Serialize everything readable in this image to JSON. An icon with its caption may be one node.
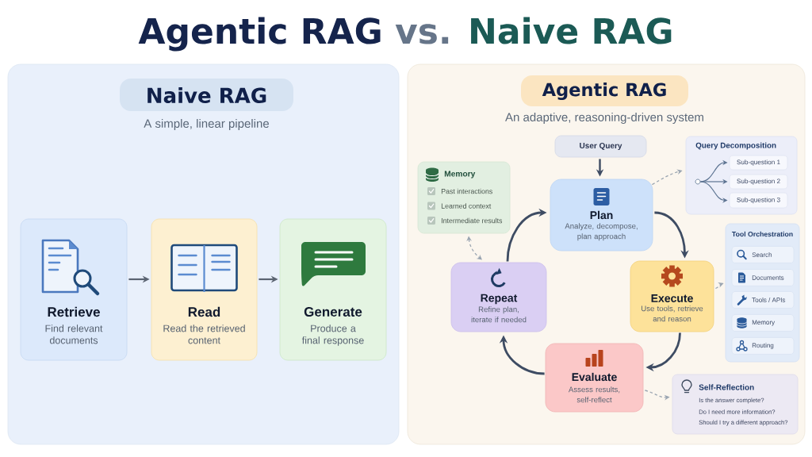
{
  "diagram": {
    "title": "Agentic RAG vs. Naive RAG",
    "nodes": [
      {
        "text": [],
        "shape": "box"
      },
      {
        "text": [
          "Naive RAG"
        ],
        "in": 0,
        "beside": [
          "A simple, linear pipeline"
        ]
      },
      {
        "text": [
          "Retrieve",
          "Find relevant documents"
        ],
        "in": 0
      },
      {
        "text": [
          "Read",
          "Read the retrieved content"
        ],
        "in": 0
      },
      {
        "text": [
          "Generate",
          "Produce a final response"
        ],
        "in": 0
      },
      {
        "text": [],
        "shape": "box"
      },
      {
        "text": [
          "Agentic RAG"
        ],
        "in": 5,
        "beside": [
          "An adaptive, reasoning-driven system"
        ]
      },
      {
        "text": [
          "User Query"
        ],
        "in": 5
      },
      {
        "text": [
          "Memory",
          "Past interactions",
          "Learned context",
          "Intermediate results"
        ],
        "in": 5
      },
      {
        "text": [
          "Plan",
          "Analyze, decompose, plan approach"
        ],
        "in": 5
      },
      {
        "text": [
          "Query Decomposition"
        ],
        "in": 5
      },
      {
        "text": [],
        "shape": "circle",
        "in": 10
      },
      {
        "text": [
          "Sub-question 1"
        ],
        "in": 10
      },
      {
        "text": [
          "Sub-question 2"
        ],
        "in": 10
      },
      {
        "text": [
          "Sub-question 3"
        ],
        "in": 10
      },
      {
        "text": [
          "Tool Orchestration"
        ],
        "in": 5
      },
      {
        "text": [
          "Search"
        ],
        "in": 15
      },
      {
        "text": [
          "Documents"
        ],
        "in": 15
      },
      {
        "text": [
          "Tools / APIs"
        ],
        "in": 15
      },
      {
        "text": [
          "Memory"
        ],
        "in": 15
      },
      {
        "text": [
          "Routing"
        ],
        "in": 15
      },
      {
        "text": [
          "Repeat",
          "Refine plan, iterate if needed"
        ],
        "in": 5
      },
      {
        "text": [
          "Execute",
          "Use tools, retrieve and reason"
        ],
        "in": 5
      },
      {
        "text": [
          "Evaluate",
          "Assess results, self-reflect"
        ],
        "in": 5
      },
      {
        "text": [
          "Self-Reflection",
          "Is the answer complete?",
          "Do I need more information?",
          "Should I try a different approach?"
        ],
        "in": 5
      }
    ],
    "edges": [
      {
        "from": 2,
        "to": 3,
        "arrow": "to",
        "color": "#5b6472"
      },
      {
        "from": 3,
        "to": 4,
        "arrow": "to",
        "color": "#5b6472"
      },
      {
        "from": 7,
        "to": 9,
        "arrow": "to"
      },
      {
        "from": 9,
        "to": 22,
        "arrow": "to"
      },
      {
        "from": 22,
        "to": 23,
        "arrow": "to"
      },
      {
        "from": 23,
        "to": 21,
        "arrow": "to"
      },
      {
        "from": 21,
        "to": 9,
        "arrow": "to"
      },
      {
        "from": 9,
        "to": 10,
        "arrow": "to",
        "style": "dashed",
        "color": "#9aa5b1"
      },
      {
        "from": 11,
        "to": 12,
        "arrow": "to",
        "color": "#5c7391"
      },
      {
        "from": 11,
        "to": 13,
        "arrow": "to",
        "color": "#5c7391"
      },
      {
        "from": 11,
        "to": 14,
        "arrow": "to",
        "color": "#5c7391"
      },
      {
        "from": 22,
        "to": 15,
        "arrow": "to",
        "style": "dashed",
        "color": "#9aa5b1"
      },
      {
        "from": 23,
        "to": 24,
        "arrow": "to",
        "style": "dashed",
        "color": "#9aa5b1"
      },
      {
        "from": 8,
        "to": 21,
        "arrow": "both",
        "style": "dashed",
        "color": "#9aa5b1"
      }
    ]
  }
}
